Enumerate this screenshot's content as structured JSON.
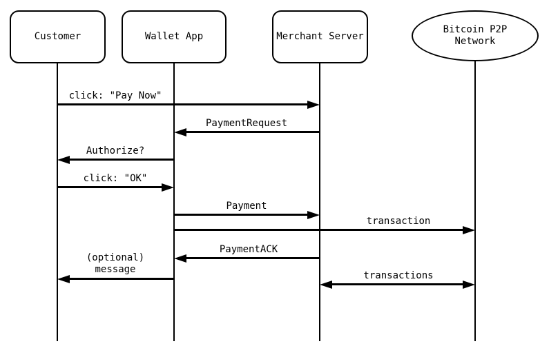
{
  "participants": [
    {
      "id": "customer",
      "label": "Customer",
      "shape": "rounded-box"
    },
    {
      "id": "wallet-app",
      "label": "Wallet App",
      "shape": "rounded-box"
    },
    {
      "id": "merchant-server",
      "label": "Merchant Server",
      "shape": "rounded-box"
    },
    {
      "id": "bitcoin-p2p-network",
      "label": "Bitcoin P2P Network",
      "shape": "ellipse"
    }
  ],
  "messages": [
    {
      "label": "click: \"Pay Now\"",
      "from": "Customer",
      "to": "Merchant Server",
      "direction": "right"
    },
    {
      "label": "PaymentRequest",
      "from": "Merchant Server",
      "to": "Wallet App",
      "direction": "left"
    },
    {
      "label": "Authorize?",
      "from": "Wallet App",
      "to": "Customer",
      "direction": "left"
    },
    {
      "label": "click: \"OK\"",
      "from": "Customer",
      "to": "Wallet App",
      "direction": "right"
    },
    {
      "label": "Payment",
      "from": "Wallet App",
      "to": "Merchant Server",
      "direction": "right"
    },
    {
      "label": "transaction",
      "from": "Wallet App",
      "to": "Bitcoin P2P Network",
      "direction": "right"
    },
    {
      "label": "PaymentACK",
      "from": "Merchant Server",
      "to": "Wallet App",
      "direction": "left"
    },
    {
      "label": "(optional) message",
      "from": "Wallet App",
      "to": "Customer",
      "direction": "left"
    },
    {
      "label": "transactions",
      "from": "Merchant Server",
      "to": "Bitcoin P2P Network",
      "direction": "both"
    }
  ],
  "colors": {
    "line": "#000000",
    "background": "#ffffff",
    "shape_fill": "#ffffff"
  }
}
